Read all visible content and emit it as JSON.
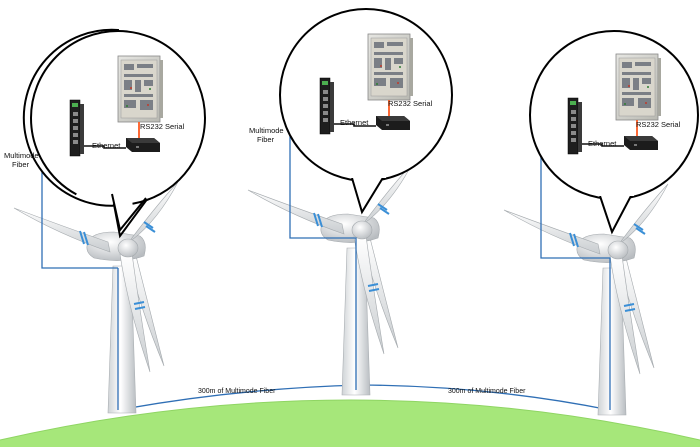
{
  "colors": {
    "ground": "#a6e77a",
    "ground_edge": "#8fd563",
    "fiber": "#2f6fb5",
    "serial": "#ff5a1f",
    "ethernet": "#111111",
    "blade_stripe": "#3b8fd6"
  },
  "turbines": [
    {
      "labels": {
        "multimode": "Multimode",
        "fiber": "Fiber",
        "ethernet": "Ethernet",
        "serial": "RS232 Serial"
      }
    },
    {
      "labels": {
        "multimode": "Multimode",
        "fiber": "Fiber",
        "ethernet": "Ethernet",
        "serial": "RS232 Serial"
      }
    },
    {
      "labels": {
        "multimode": "",
        "fiber": "",
        "ethernet": "Ethernet",
        "serial": "RS232 Serial"
      }
    }
  ],
  "links": [
    {
      "label": "300m of Multimode Fiber"
    },
    {
      "label": "300m of Multimode Fiber"
    }
  ]
}
